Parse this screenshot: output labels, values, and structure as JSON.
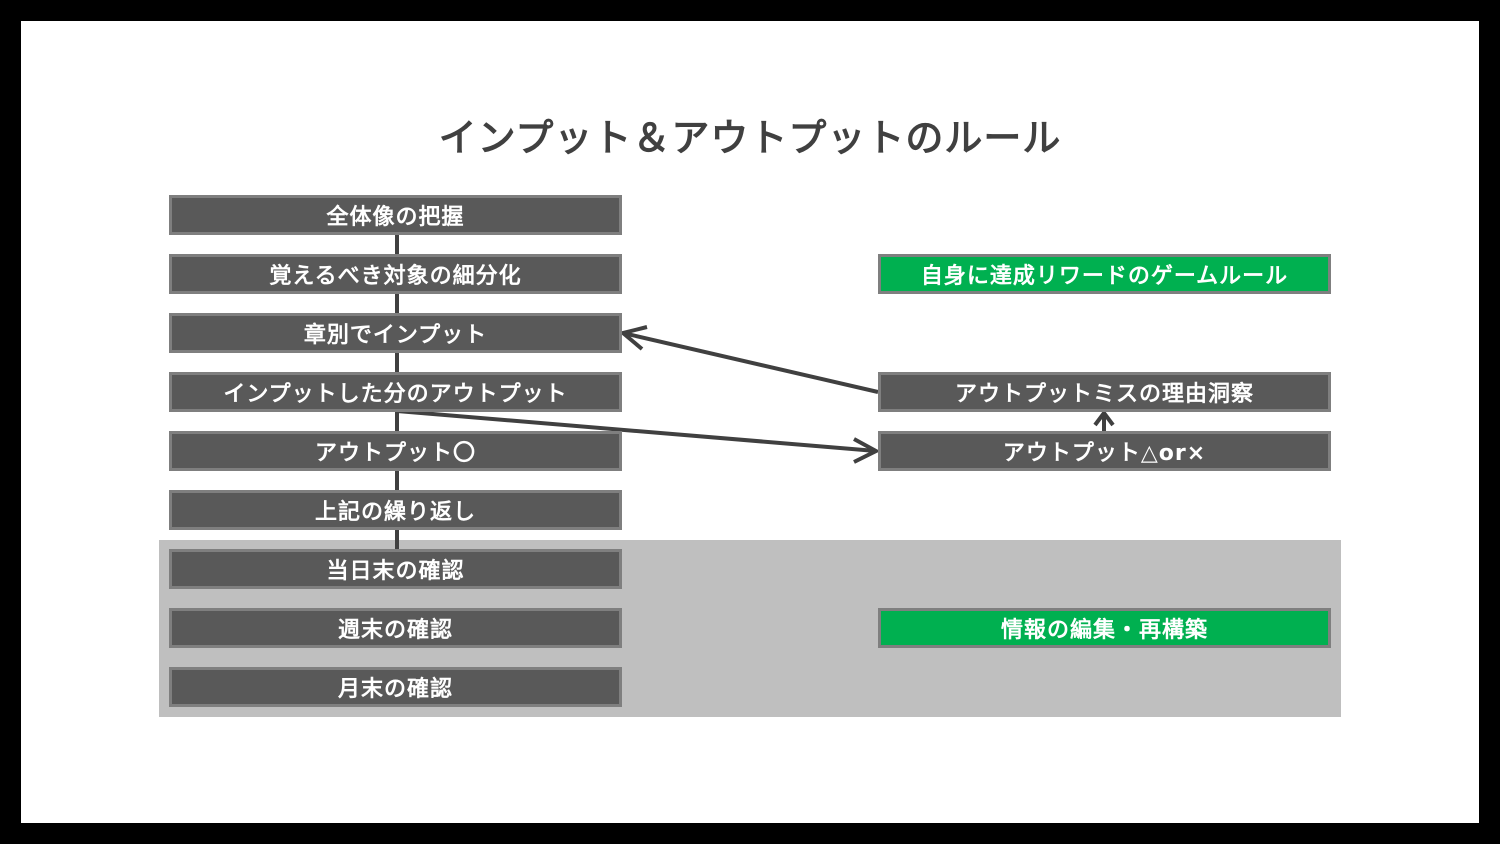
{
  "title": "インプット＆アウトプットのルール",
  "colors": {
    "box_fill": "#595959",
    "box_border": "#7f7f7f",
    "accent_green": "#00b050",
    "band_gray": "#bfbfbf",
    "title_text": "#404040"
  },
  "steps": [
    "全体像の把握",
    "覚えるべき対象の細分化",
    "章別でインプット",
    "インプットした分のアウトプット",
    "アウトプット〇",
    "上記の繰り返し",
    "当日末の確認",
    "週末の確認",
    "月末の確認"
  ],
  "side": {
    "game_rule": "自身に達成リワードのゲームルール",
    "miss_reason": "アウトプットミスの理由洞察",
    "output_bad": "アウトプット△or×",
    "reorganize": "情報の編集・再構築"
  }
}
